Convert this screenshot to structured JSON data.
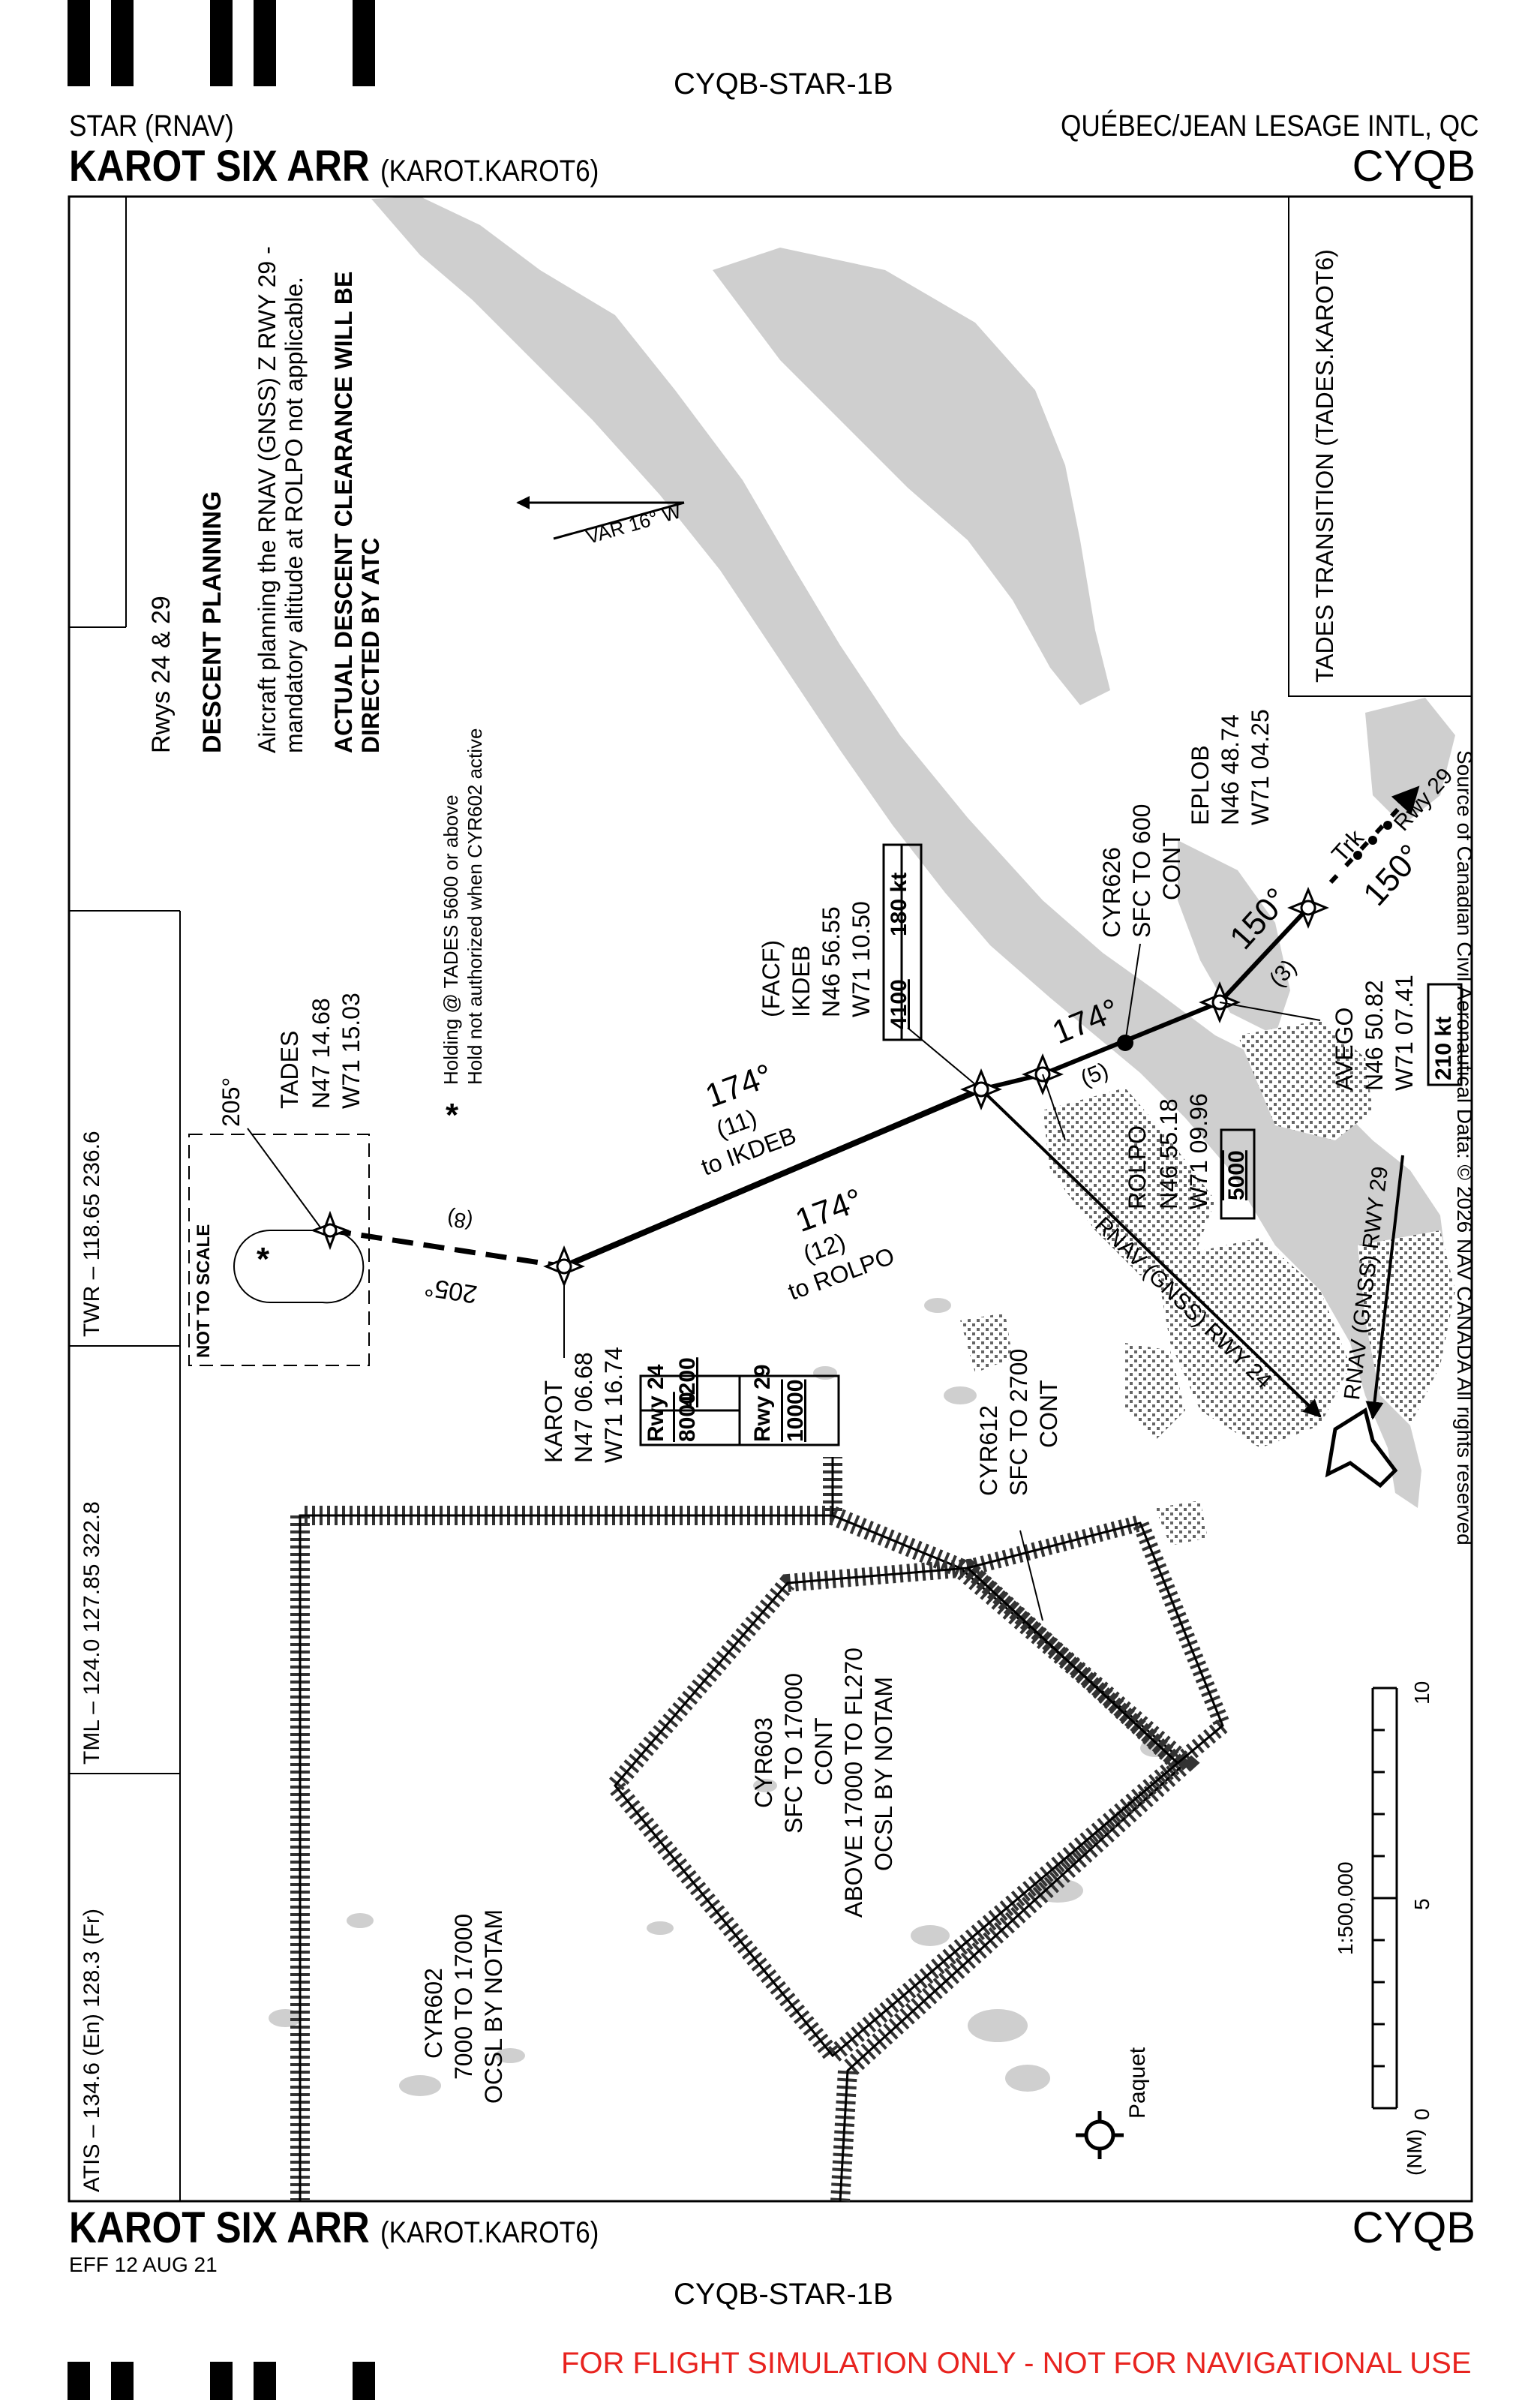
{
  "header": {
    "doc_id": "CYQB-STAR-1B",
    "procedure_type": "STAR (RNAV)",
    "airport_name": "QUÉBEC/JEAN LESAGE INTL, QC",
    "procedure_name": "KAROT SIX ARR",
    "procedure_code": "(KAROT.KAROT6)",
    "icao": "CYQB"
  },
  "footer": {
    "procedure_name": "KAROT SIX ARR",
    "procedure_code": "(KAROT.KAROT6)",
    "icao": "CYQB",
    "effective": "EFF 12 AUG 21",
    "doc_id": "CYQB-STAR-1B",
    "disclaimer": "FOR FLIGHT SIMULATION ONLY - NOT FOR NAVIGATIONAL USE"
  },
  "comms": {
    "atis": "ATIS – 134.6 (En)  128.3 (Fr)",
    "tml": "TML – 124.0  127.85  322.8",
    "twr": "TWR – 118.65  236.6"
  },
  "notes": {
    "rwys": "Rwys 24 & 29",
    "descent_heading": "DESCENT PLANNING",
    "descent_line1": "Aircraft planning the RNAV (GNSS) Z RWY 29 -",
    "descent_line2": "mandatory altitude at ROLPO not applicable.",
    "atc_line1": "ACTUAL DESCENT CLEARANCE WILL BE",
    "atc_line2": "DIRECTED BY ATC",
    "holding_star": "*",
    "holding_line1": "Holding @ TADES 5600 or above",
    "holding_line2": "Hold not authorized when CYR602 active",
    "transition": "TADES TRANSITION (TADES.KAROT6)",
    "source": "Source of Canadian Civil Aeronautical Data: © 2026 NAV CANADA All rights reserved",
    "variation": "VAR 16° W",
    "not_to_scale": "NOT TO SCALE"
  },
  "fixes": {
    "tades": {
      "name": "TADES",
      "lat": "N47 14.68",
      "lon": "W71 15.03",
      "hold_course": "205°"
    },
    "karot": {
      "name": "KAROT",
      "lat": "N47 06.68",
      "lon": "W71 16.74"
    },
    "ikdeb": {
      "facf": "(FACF)",
      "name": "IKDEB",
      "lat": "N46 56.55",
      "lon": "W71 10.50",
      "alt": "4100",
      "speed": "180 kt"
    },
    "rolpo": {
      "name": "ROLPO",
      "lat": "N46 55.18",
      "lon": "W71 09.96",
      "alt": "5000"
    },
    "avego": {
      "name": "AVEGO",
      "lat": "N46 50.82",
      "lon": "W71 07.41",
      "speed": "210 kt"
    },
    "eplob": {
      "name": "EPLOB",
      "lat": "N46 48.74",
      "lon": "W71 04.25"
    }
  },
  "legs": {
    "tades_karot_course": "205°",
    "tades_karot_dist": "(8)",
    "karot_ikdeb_course": "174°",
    "karot_ikdeb_dist": "(11)",
    "karot_ikdeb_to": "to IKDEB",
    "karot_rolpo_course": "174°",
    "karot_rolpo_dist": "(12)",
    "karot_rolpo_to": "to ROLPO",
    "rolpo_avego_course": "174°",
    "rolpo_avego_dist": "(5)",
    "avego_eplob_course": "150°",
    "avego_eplob_dist": "(3)",
    "eplob_trk_label": "Trk",
    "eplob_trk_course": "150°",
    "eplob_rwy": "Rwy 29",
    "rnav24": "RNAV (GNSS) RWY 24",
    "rnav29": "RNAV (GNSS) RWY 29"
  },
  "karot_table": {
    "rwy24": {
      "label": "Rwy 24",
      "alt_top": "8000",
      "alt_bottom": "4200"
    },
    "rwy29": {
      "label": "Rwy 29",
      "alt": "10000"
    }
  },
  "airspace": {
    "cyr602": [
      "CYR602",
      "7000 TO 17000",
      "OCSL BY NOTAM"
    ],
    "cyr603": [
      "CYR603",
      "SFC TO 17000",
      "CONT",
      "ABOVE 17000 TO FL270",
      "OCSL BY NOTAM"
    ],
    "cyr612": [
      "CYR612",
      "SFC TO 2700",
      "CONT"
    ],
    "cyr626": [
      "CYR626",
      "SFC TO 600",
      "CONT"
    ]
  },
  "places": {
    "paquet": "Paquet"
  },
  "scale": {
    "ratio": "1:500,000",
    "unit": "(NM)",
    "ticks": [
      "0",
      "5",
      "10"
    ]
  }
}
